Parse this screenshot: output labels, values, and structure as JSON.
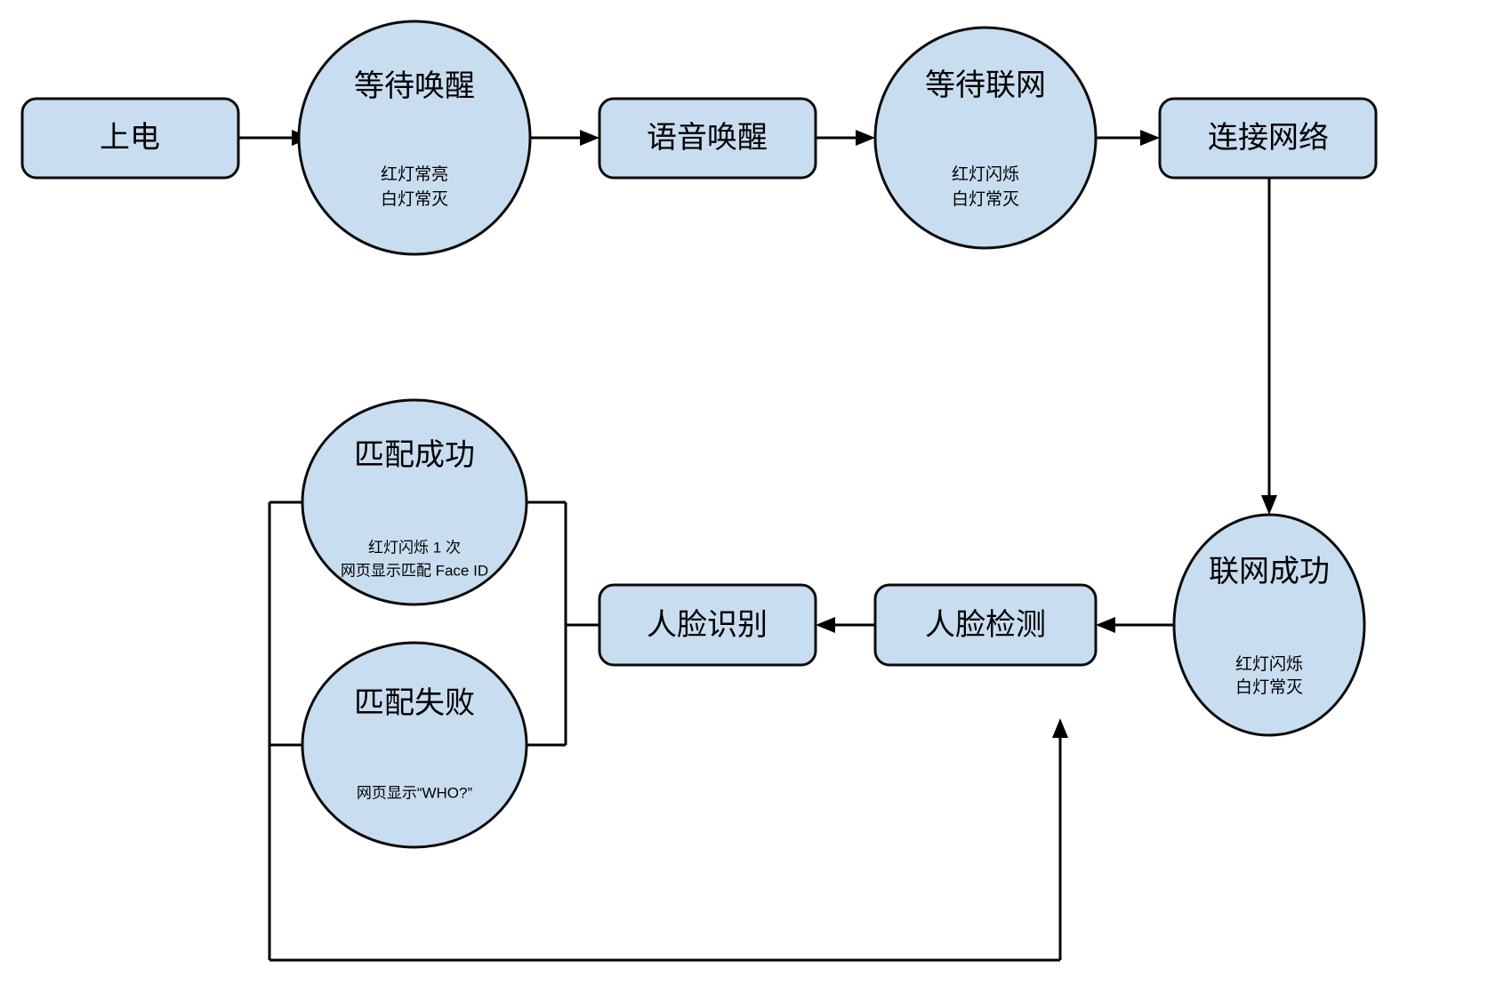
{
  "diagram": {
    "type": "flowchart",
    "title": "",
    "palette": {
      "node_fill": "#c9ddf0",
      "node_stroke": "#0b0b0b",
      "edge_stroke": "#000000",
      "background": "#ffffff"
    },
    "nodes": [
      {
        "id": "power-on",
        "shape": "rounded-rect",
        "label": "上电",
        "sub": []
      },
      {
        "id": "wait-wakeup",
        "shape": "ellipse",
        "label": "等待唤醒",
        "sub": [
          "红灯常亮",
          "白灯常灭"
        ]
      },
      {
        "id": "voice-wakeup",
        "shape": "rounded-rect",
        "label": "语音唤醒",
        "sub": []
      },
      {
        "id": "wait-network",
        "shape": "ellipse",
        "label": "等待联网",
        "sub": [
          "红灯闪烁",
          "白灯常灭"
        ]
      },
      {
        "id": "connect-network",
        "shape": "rounded-rect",
        "label": "连接网络",
        "sub": []
      },
      {
        "id": "network-success",
        "shape": "ellipse",
        "label": "联网成功",
        "sub": [
          "红灯闪烁",
          "白灯常灭"
        ]
      },
      {
        "id": "face-detect",
        "shape": "rounded-rect",
        "label": "人脸检测",
        "sub": []
      },
      {
        "id": "face-recognize",
        "shape": "rounded-rect",
        "label": "人脸识别",
        "sub": []
      },
      {
        "id": "match-success",
        "shape": "ellipse",
        "label": "匹配成功",
        "sub": [
          "红灯闪烁 1 次",
          "网页显示匹配 Face ID"
        ]
      },
      {
        "id": "match-fail",
        "shape": "ellipse",
        "label": "匹配失败",
        "sub": [
          "网页显示“WHO?”"
        ]
      }
    ],
    "edges": [
      {
        "from": "power-on",
        "to": "wait-wakeup",
        "arrow": true
      },
      {
        "from": "wait-wakeup",
        "to": "voice-wakeup",
        "arrow": true
      },
      {
        "from": "voice-wakeup",
        "to": "wait-network",
        "arrow": true
      },
      {
        "from": "wait-network",
        "to": "connect-network",
        "arrow": true
      },
      {
        "from": "connect-network",
        "to": "network-success",
        "arrow": true
      },
      {
        "from": "network-success",
        "to": "face-detect",
        "arrow": true
      },
      {
        "from": "face-detect",
        "to": "face-recognize",
        "arrow": true
      },
      {
        "from": "face-recognize",
        "to": "match-success",
        "arrow": false
      },
      {
        "from": "face-recognize",
        "to": "match-fail",
        "arrow": false
      },
      {
        "from": "match-fail",
        "to": "face-detect",
        "arrow": true
      }
    ]
  }
}
